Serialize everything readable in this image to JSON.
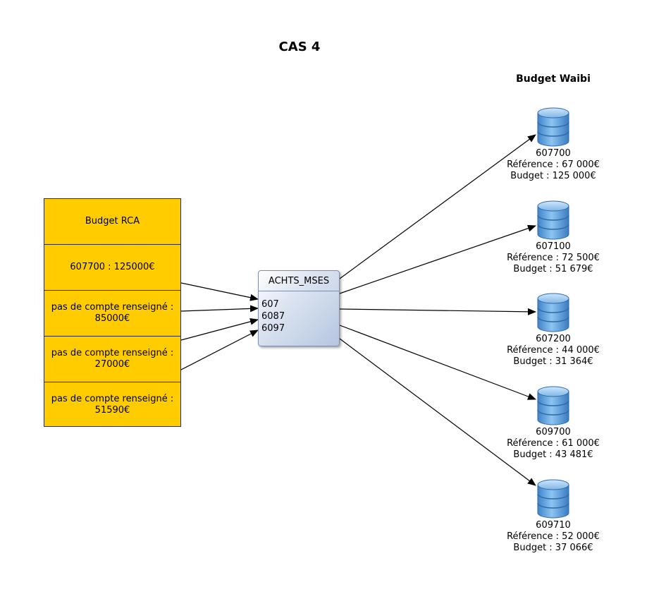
{
  "title": "CAS 4",
  "budget_rca": {
    "header": "Budget RCA",
    "rows": [
      "607700 : 125000€",
      "pas de compte renseigné : 85000€",
      "pas de compte renseigné : 27000€",
      "pas de compte renseigné : 51590€"
    ]
  },
  "achts": {
    "title": "ACHTS_MSES",
    "accounts": [
      "607",
      "6087",
      "6097"
    ]
  },
  "budget_waibi": {
    "title": "Budget Waibi",
    "items": [
      {
        "code": "607700",
        "reference": "Référence : 67 000€",
        "budget": "Budget : 125 000€"
      },
      {
        "code": "607100",
        "reference": "Référence : 72 500€",
        "budget": "Budget : 51 679€"
      },
      {
        "code": "607200",
        "reference": "Référence : 44 000€",
        "budget": "Budget : 31 364€"
      },
      {
        "code": "609700",
        "reference": "Référence : 61 000€",
        "budget": "Budget : 43 481€"
      },
      {
        "code": "609710",
        "reference": "Référence : 52 000€",
        "budget": "Budget : 37 066€"
      }
    ]
  },
  "colors": {
    "rca_fill": "#ffcc00",
    "achts_fill": "#c9d6ea",
    "db_fill": "#5aa2e0"
  }
}
